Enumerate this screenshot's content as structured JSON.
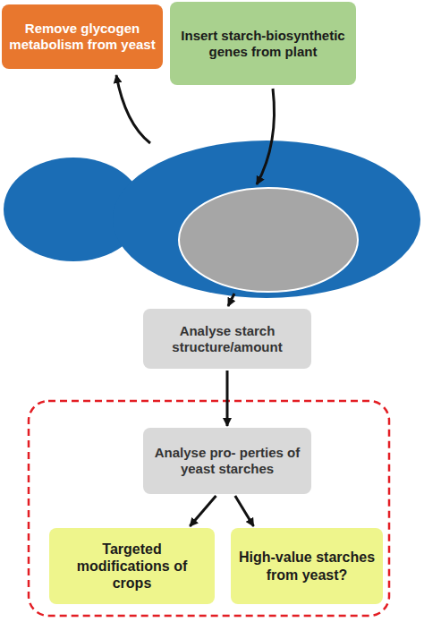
{
  "diagram": {
    "nodes": [
      {
        "text": [
          "Remove glycogen metabolism from yeast"
        ]
      },
      {
        "text": [
          "Insert starch-biosynthetic genes from plant"
        ]
      },
      {
        "text": [
          "Analyse starch structure/amount"
        ]
      },
      {
        "text": [
          "Analyse pro- perties of yeast starches"
        ]
      },
      {
        "text": [
          "Targeted modifications of crops"
        ]
      },
      {
        "text": [
          "High-value starches from yeast?"
        ]
      }
    ],
    "edges": [
      {
        "from": 2,
        "to": 3,
        "arrow": "to"
      },
      {
        "from": 3,
        "to": 4,
        "arrow": "to"
      },
      {
        "from": 3,
        "to": 5,
        "arrow": "to"
      }
    ]
  }
}
